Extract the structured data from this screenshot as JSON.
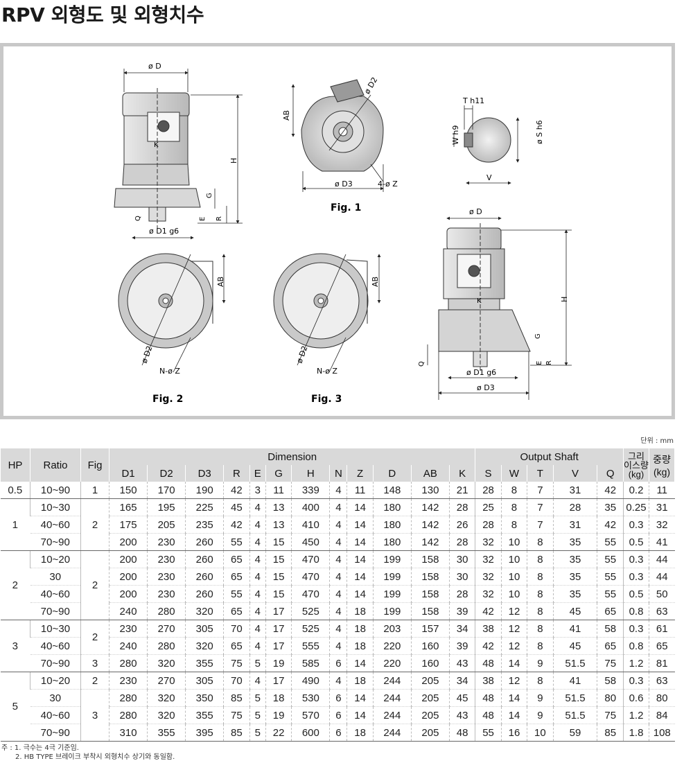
{
  "title": "RPV 외형도 및 외형치수",
  "figures": {
    "fig1": "Fig. 1",
    "fig2": "Fig. 2",
    "fig3": "Fig. 3",
    "labels": {
      "phiD": "ø D",
      "H": "H",
      "K": "K",
      "G": "G",
      "Q": "Q",
      "E": "E",
      "R": "R",
      "phiD1": "ø D1  g6",
      "AB": "AB",
      "phiD2": "ø D2",
      "phiD3": "ø D3",
      "fourZ": "4-ø Z",
      "NZ": "N-ø Z",
      "Th11": "T  h11",
      "Wh9": "W  h9",
      "phiSh6": "ø S h6",
      "V": "V"
    }
  },
  "unit": "단위 : mm",
  "table": {
    "header_hp": "HP",
    "header_ratio": "Ratio",
    "header_fig": "Fig",
    "group_dimension": "Dimension",
    "group_output": "Output Shaft",
    "header_grease_1": "그리",
    "header_grease_2": "이스량",
    "header_grease_3": "(kg)",
    "header_weight_1": "중량",
    "header_weight_2": "(kg)",
    "dim_cols": [
      "D1",
      "D2",
      "D3",
      "R",
      "E",
      "G",
      "H",
      "N",
      "Z",
      "D",
      "AB",
      "K"
    ],
    "shaft_cols": [
      "S",
      "W",
      "T",
      "V",
      "Q"
    ],
    "groups": [
      {
        "hp": "0.5",
        "rows": [
          {
            "ratio": "10~90",
            "fig": "1",
            "vals": [
              "150",
              "170",
              "190",
              "42",
              "3",
              "11",
              "339",
              "4",
              "11",
              "148",
              "130",
              "21",
              "28",
              "8",
              "7",
              "31",
              "42",
              "0.2",
              "11"
            ]
          }
        ],
        "figspans": [
          1
        ]
      },
      {
        "hp": "1",
        "rows": [
          {
            "ratio": "10~30",
            "vals": [
              "165",
              "195",
              "225",
              "45",
              "4",
              "13",
              "400",
              "4",
              "14",
              "180",
              "142",
              "28",
              "25",
              "8",
              "7",
              "28",
              "35",
              "0.25",
              "31"
            ]
          },
          {
            "ratio": "40~60",
            "fig": "2",
            "vals": [
              "175",
              "205",
              "235",
              "42",
              "4",
              "13",
              "410",
              "4",
              "14",
              "180",
              "142",
              "26",
              "28",
              "8",
              "7",
              "31",
              "42",
              "0.3",
              "32"
            ]
          },
          {
            "ratio": "70~90",
            "vals": [
              "200",
              "230",
              "260",
              "55",
              "4",
              "15",
              "450",
              "4",
              "14",
              "180",
              "142",
              "28",
              "32",
              "10",
              "8",
              "35",
              "55",
              "0.5",
              "41"
            ]
          }
        ]
      },
      {
        "hp": "2",
        "rows": [
          {
            "ratio": "10~20",
            "vals": [
              "200",
              "230",
              "260",
              "65",
              "4",
              "15",
              "470",
              "4",
              "14",
              "199",
              "158",
              "30",
              "32",
              "10",
              "8",
              "35",
              "55",
              "0.3",
              "44"
            ]
          },
          {
            "ratio": "30",
            "fig": "2",
            "vals": [
              "200",
              "230",
              "260",
              "65",
              "4",
              "15",
              "470",
              "4",
              "14",
              "199",
              "158",
              "30",
              "32",
              "10",
              "8",
              "35",
              "55",
              "0.3",
              "44"
            ]
          },
          {
            "ratio": "40~60",
            "vals": [
              "200",
              "230",
              "260",
              "55",
              "4",
              "15",
              "470",
              "4",
              "14",
              "199",
              "158",
              "28",
              "32",
              "10",
              "8",
              "35",
              "55",
              "0.5",
              "50"
            ]
          },
          {
            "ratio": "70~90",
            "vals": [
              "240",
              "280",
              "320",
              "65",
              "4",
              "17",
              "525",
              "4",
              "18",
              "199",
              "158",
              "39",
              "42",
              "12",
              "8",
              "45",
              "65",
              "0.8",
              "63"
            ]
          }
        ]
      },
      {
        "hp": "3",
        "rows": [
          {
            "ratio": "10~30",
            "fig": "2",
            "vals": [
              "230",
              "270",
              "305",
              "70",
              "4",
              "17",
              "525",
              "4",
              "18",
              "203",
              "157",
              "34",
              "38",
              "12",
              "8",
              "41",
              "58",
              "0.3",
              "61"
            ]
          },
          {
            "ratio": "40~60",
            "vals": [
              "240",
              "280",
              "320",
              "65",
              "4",
              "17",
              "555",
              "4",
              "18",
              "220",
              "160",
              "39",
              "42",
              "12",
              "8",
              "45",
              "65",
              "0.8",
              "65"
            ]
          },
          {
            "ratio": "70~90",
            "fig": "3",
            "vals": [
              "280",
              "320",
              "355",
              "75",
              "5",
              "19",
              "585",
              "6",
              "14",
              "220",
              "160",
              "43",
              "48",
              "14",
              "9",
              "51.5",
              "75",
              "1.2",
              "81"
            ]
          }
        ]
      },
      {
        "hp": "5",
        "rows": [
          {
            "ratio": "10~20",
            "fig": "2",
            "vals": [
              "230",
              "270",
              "305",
              "70",
              "4",
              "17",
              "490",
              "4",
              "18",
              "244",
              "205",
              "34",
              "38",
              "12",
              "8",
              "41",
              "58",
              "0.3",
              "63"
            ]
          },
          {
            "ratio": "30",
            "vals": [
              "280",
              "320",
              "350",
              "85",
              "5",
              "18",
              "530",
              "6",
              "14",
              "244",
              "205",
              "45",
              "48",
              "14",
              "9",
              "51.5",
              "80",
              "0.6",
              "80"
            ]
          },
          {
            "ratio": "40~60",
            "fig": "3",
            "vals": [
              "280",
              "320",
              "355",
              "75",
              "5",
              "19",
              "570",
              "6",
              "14",
              "244",
              "205",
              "43",
              "48",
              "14",
              "9",
              "51.5",
              "75",
              "1.2",
              "84"
            ]
          },
          {
            "ratio": "70~90",
            "vals": [
              "310",
              "355",
              "395",
              "85",
              "5",
              "22",
              "600",
              "6",
              "18",
              "244",
              "205",
              "48",
              "55",
              "16",
              "10",
              "59",
              "85",
              "1.8",
              "108"
            ]
          }
        ]
      }
    ]
  },
  "notes": {
    "line1": "주 : 1. 극수는 4극 기준임.",
    "line2": "2. HB TYPE 브레이크 부착시 외형치수 상기와 동일함."
  }
}
